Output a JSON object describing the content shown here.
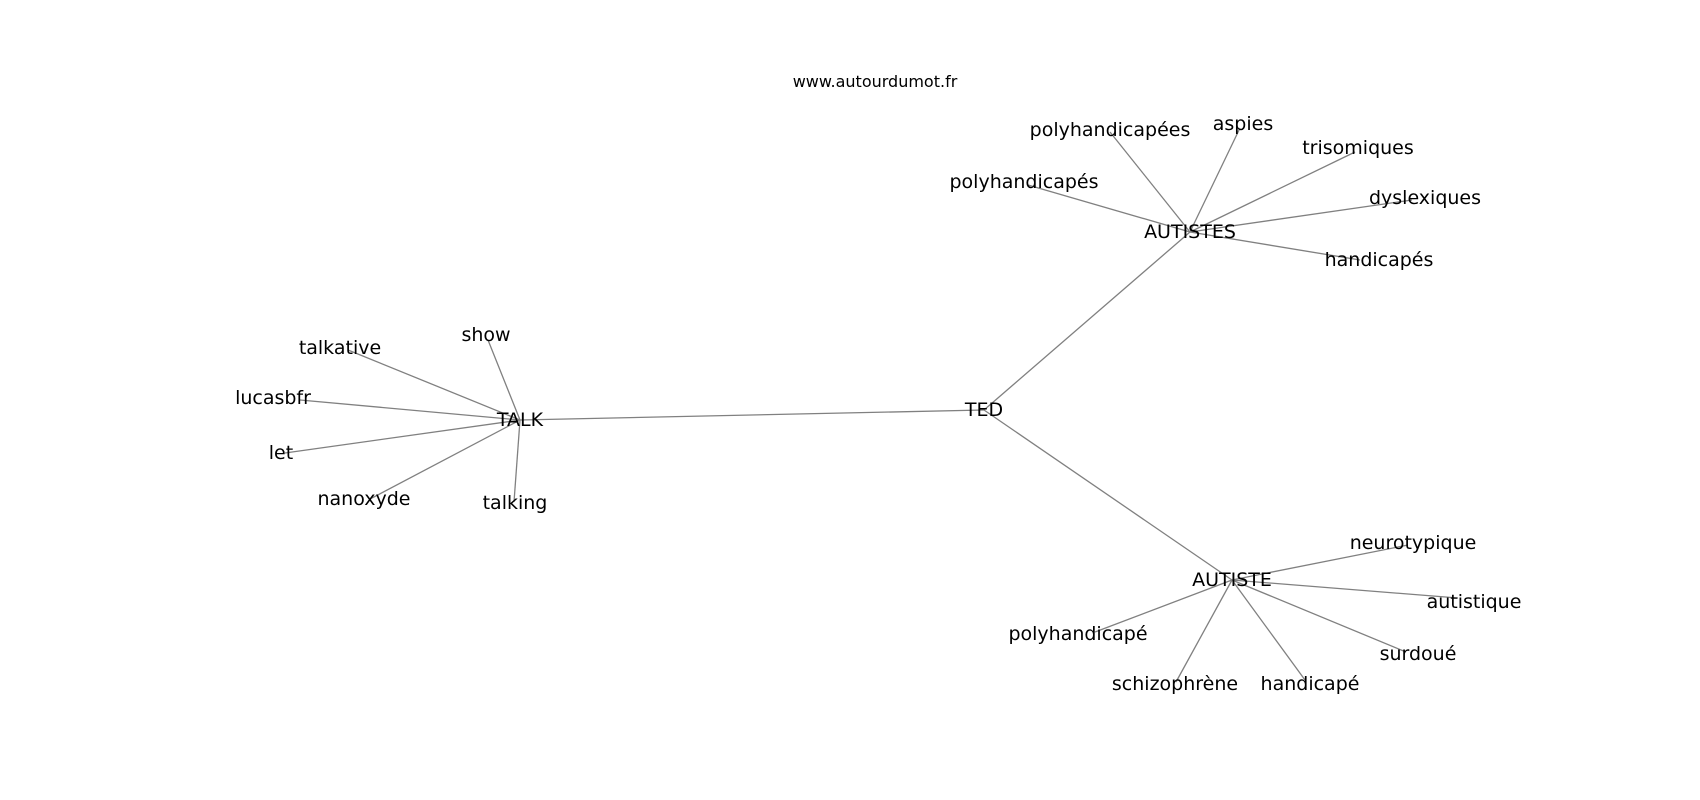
{
  "watermark": "www.autourdumot.fr",
  "graph": {
    "center": "TED",
    "hubs": [
      {
        "id": "AUTISTES",
        "words": [
          "polyhandicapées",
          "aspies",
          "trisomiques",
          "polyhandicapés",
          "dyslexiques",
          "handicapés"
        ]
      },
      {
        "id": "TALK",
        "words": [
          "show",
          "talkative",
          "lucasbfr",
          "let",
          "nanoxyde",
          "talking"
        ]
      },
      {
        "id": "AUTISTE",
        "words": [
          "neurotypique",
          "autistique",
          "polyhandicapé",
          "surdoué",
          "schizophrène",
          "handicapé"
        ]
      }
    ],
    "edge_color": "#808080"
  }
}
